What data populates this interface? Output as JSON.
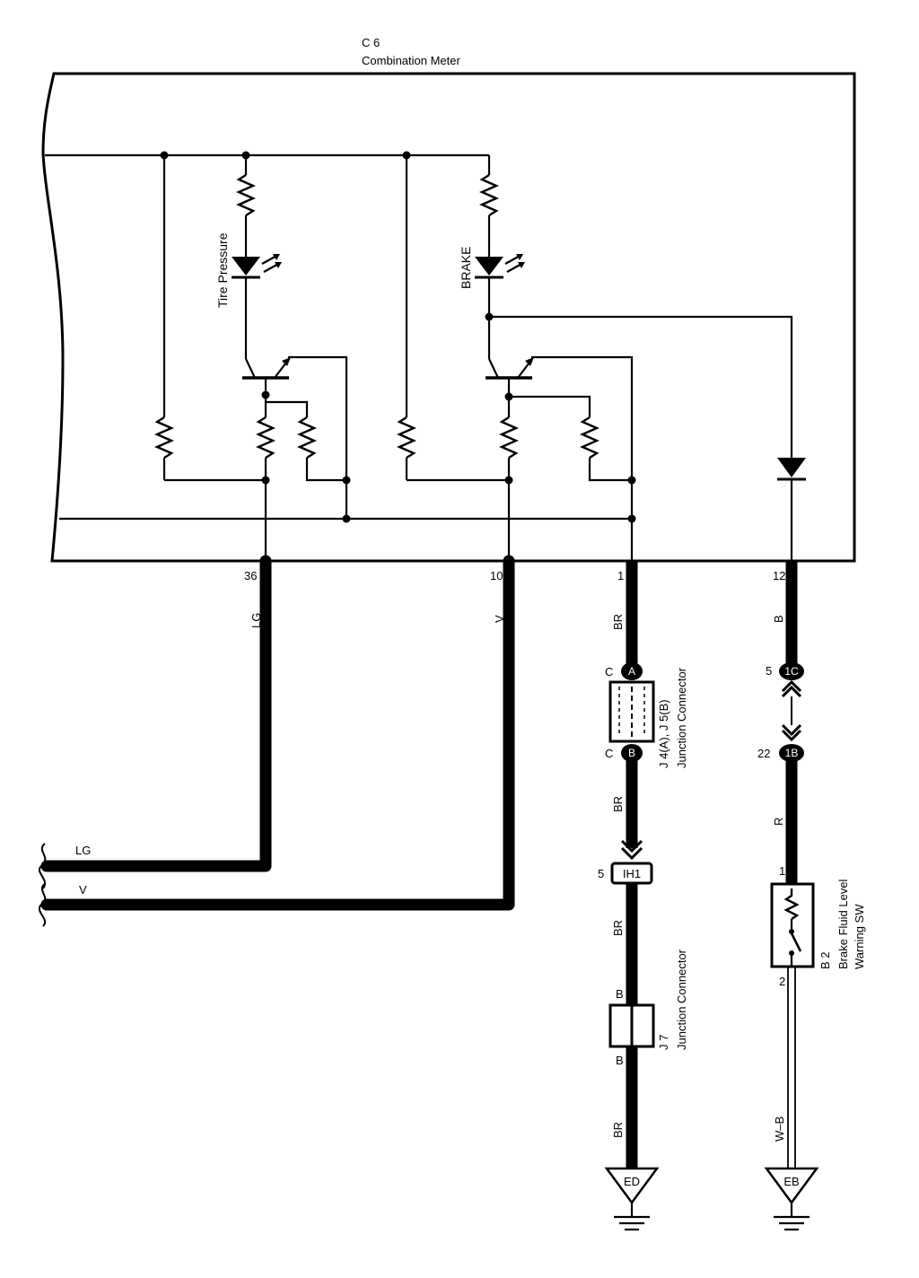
{
  "meter": {
    "code": "C 6",
    "name": "Combination Meter"
  },
  "lamps": {
    "tire_pressure": "Tire Pressure",
    "brake": "BRAKE"
  },
  "pins": {
    "p36": "36",
    "p10": "10",
    "p1": "1",
    "p12": "12"
  },
  "wire_colors": {
    "lg": "LG",
    "v": "V",
    "br": "BR",
    "b": "B",
    "r": "R",
    "wb": "W–B"
  },
  "junction_j4": {
    "pin_a_side": "C",
    "pin_a": "A",
    "pin_b_side": "C",
    "pin_b": "B",
    "code": "J 4(A), J 5(B)",
    "name": "Junction Connector"
  },
  "connectors": {
    "c1c_pin": "5",
    "c1c": "1C",
    "c1b_pin": "22",
    "c1b": "1B",
    "ih1_pin": "5",
    "ih1": "IH1"
  },
  "junction_j7": {
    "pin_top": "B",
    "pin_bottom": "B",
    "code": "J 7",
    "name": "Junction Connector"
  },
  "switch_b2": {
    "pin_top": "1",
    "pin_bottom": "2",
    "code": "B 2",
    "name_line1": "Brake Fluid Level",
    "name_line2": "Warning SW"
  },
  "grounds": {
    "ed": "ED",
    "eb": "EB"
  }
}
